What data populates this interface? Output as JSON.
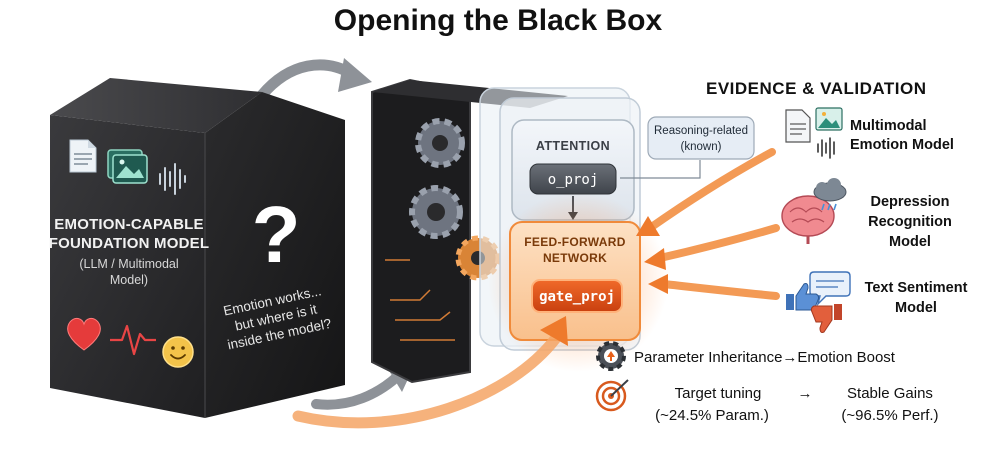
{
  "title": "Opening the Black Box",
  "black_box": {
    "title_line1": "EMOTION-CAPABLE",
    "title_line2": "FOUNDATION MODEL",
    "subtitle_line1": "(LLM / Multimodal",
    "subtitle_line2": "Model)",
    "question_mark": "?",
    "question_line1": "Emotion works...",
    "question_line2": "but where is it",
    "question_line3": "inside the model?"
  },
  "internals": {
    "attention_label": "ATTENTION",
    "o_proj": "o_proj",
    "ff_line1": "FEED-FORWARD",
    "ff_line2": "NETWORK",
    "gate_proj": "gate_proj",
    "callout_line1": "Reasoning-related",
    "callout_line2": "(known)"
  },
  "evidence": {
    "title": "EVIDENCE & VALIDATION",
    "items": [
      {
        "line1": "Multimodal",
        "line2": "Emotion Model"
      },
      {
        "line1": "Depression",
        "line2": "Recognition",
        "line3": "Model"
      },
      {
        "line1": "Text Sentiment",
        "line2": "Model"
      }
    ]
  },
  "results": {
    "inheritance": "Parameter Inheritance→Emotion Boost",
    "target": "Target tuning",
    "target_sub": "(~24.5% Param.)",
    "arrow": "→",
    "gain": "Stable Gains",
    "gain_sub": "(~96.5% Perf.)"
  },
  "colors": {
    "accent": "#f07a2a",
    "dark_box": "#2a2a2c",
    "glass": "#e4ebf2",
    "gray_arrow": "#8e9298"
  }
}
